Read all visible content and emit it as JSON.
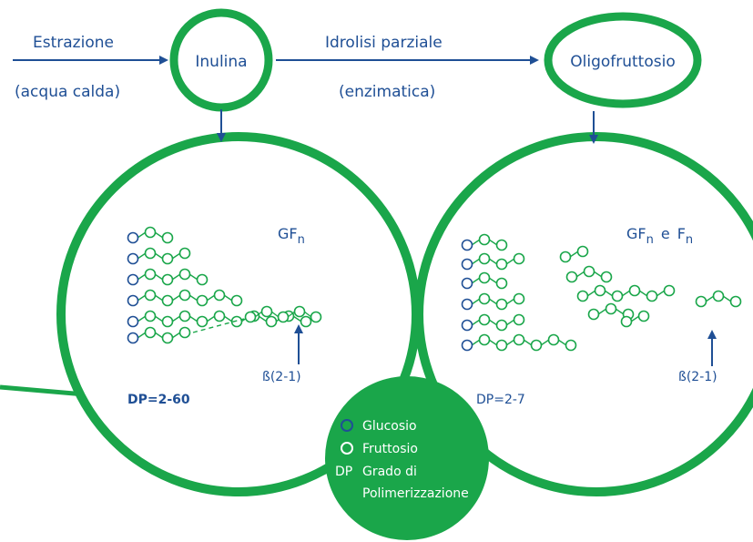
{
  "colors": {
    "green": "#1aa64a",
    "blue": "#1f4f95",
    "white": "#ffffff"
  },
  "top_flow": {
    "step1_label": "Estrazione",
    "step1_sub": "(acqua calda)",
    "node1": "Inulina",
    "step2_label": "Idrolisi parziale",
    "step2_sub": "(enzimatica)",
    "node2": "Oligofruttosio"
  },
  "left_circle": {
    "formula_main": "GF",
    "formula_sub": "n",
    "bond_label": "ß(2-1)",
    "dp_label": "DP=2-60"
  },
  "right_circle": {
    "formula_a": "GF",
    "formula_a_sub": "n",
    "formula_join": "e",
    "formula_b": "F",
    "formula_b_sub": "n",
    "bond_label": "ß(2-1)",
    "dp_label": "DP=2-7"
  },
  "legend": {
    "glucose_label": "Glucosio",
    "fructose_label": "Fruttosio",
    "dp_abbr": "DP",
    "dp_line1": "Grado di",
    "dp_line2": "Polimerizzazione"
  }
}
